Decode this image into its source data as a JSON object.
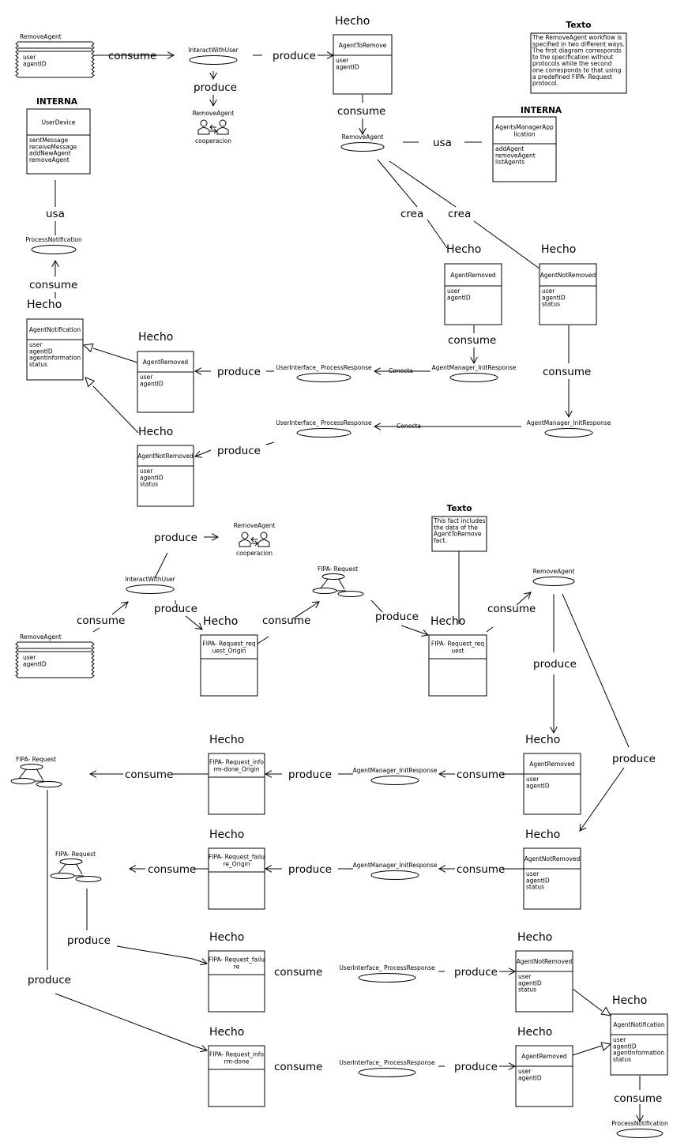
{
  "colors": {
    "stroke": "#000000",
    "background": "#ffffff"
  },
  "title_texto": "Texto",
  "title_interna": "INTERNA",
  "word_hecho": "Hecho",
  "note_top": [
    "The RemoveAgent workflow is",
    "specified in two different ways.",
    "The first diagram corresponds",
    "to the specification without",
    "protocols while the second",
    "one corresponds to that using",
    "a predefined FIPA- Request",
    "protocol."
  ],
  "note_mid": [
    "This fact includes",
    "the data of the",
    "AgentToRemove",
    "fact."
  ],
  "relations": {
    "consume": "consume",
    "produce": "produce",
    "usa": "usa",
    "crea": "crea",
    "conecta": "Conecta"
  },
  "cooperacion": "cooperacion",
  "names": {
    "remove_agent": "RemoveAgent",
    "interact_with_user": "InteractWithUser",
    "agent_to_remove": "AgentToRemove",
    "user_device": "UserDevice",
    "agents_manager_app_1": "AgentsManagerApp",
    "agents_manager_app_2": "lication",
    "process_notification": "ProcessNotification",
    "agent_notification": "AgentNotification",
    "agent_removed": "AgentRemoved",
    "agent_not_removed": "AgentNotRemoved",
    "ui_process_response": "UserInterface_ ProcessResponse",
    "am_init_response": "AgentManager_InitResponse",
    "fipa_request": "FIPA- Request",
    "fipa_req_origin_1": "FIPA- Request_req",
    "fipa_req_origin_2": "uest_Origin",
    "fipa_req_1": "FIPA- Request_req",
    "fipa_req_2": "uest",
    "fipa_inform_done_origin_1": "FIPA- Request_info",
    "fipa_inform_done_origin_2": "rm-done_Origin",
    "fipa_failure_origin_1": "FIPA- Request_failu",
    "fipa_failure_origin_2": "re_Origin",
    "fipa_failure_1": "FIPA- Request_failu",
    "fipa_failure_2": "re",
    "fipa_inform_done_1": "FIPA- Request_info",
    "fipa_inform_done_2": "rm-done"
  },
  "attributes": {
    "user_agentid": [
      "user",
      "agentID"
    ],
    "user_agentid_status": [
      "user",
      "agentID",
      "status"
    ],
    "user_device_methods": [
      "sentMessage",
      "receiveMessage",
      "addNewAgent",
      "removeAgent"
    ],
    "manager_methods": [
      "addAgent",
      "removeAgent",
      "listAgents"
    ],
    "notification_attrs": [
      "user",
      "agentID",
      "agentInformation",
      "status"
    ]
  }
}
